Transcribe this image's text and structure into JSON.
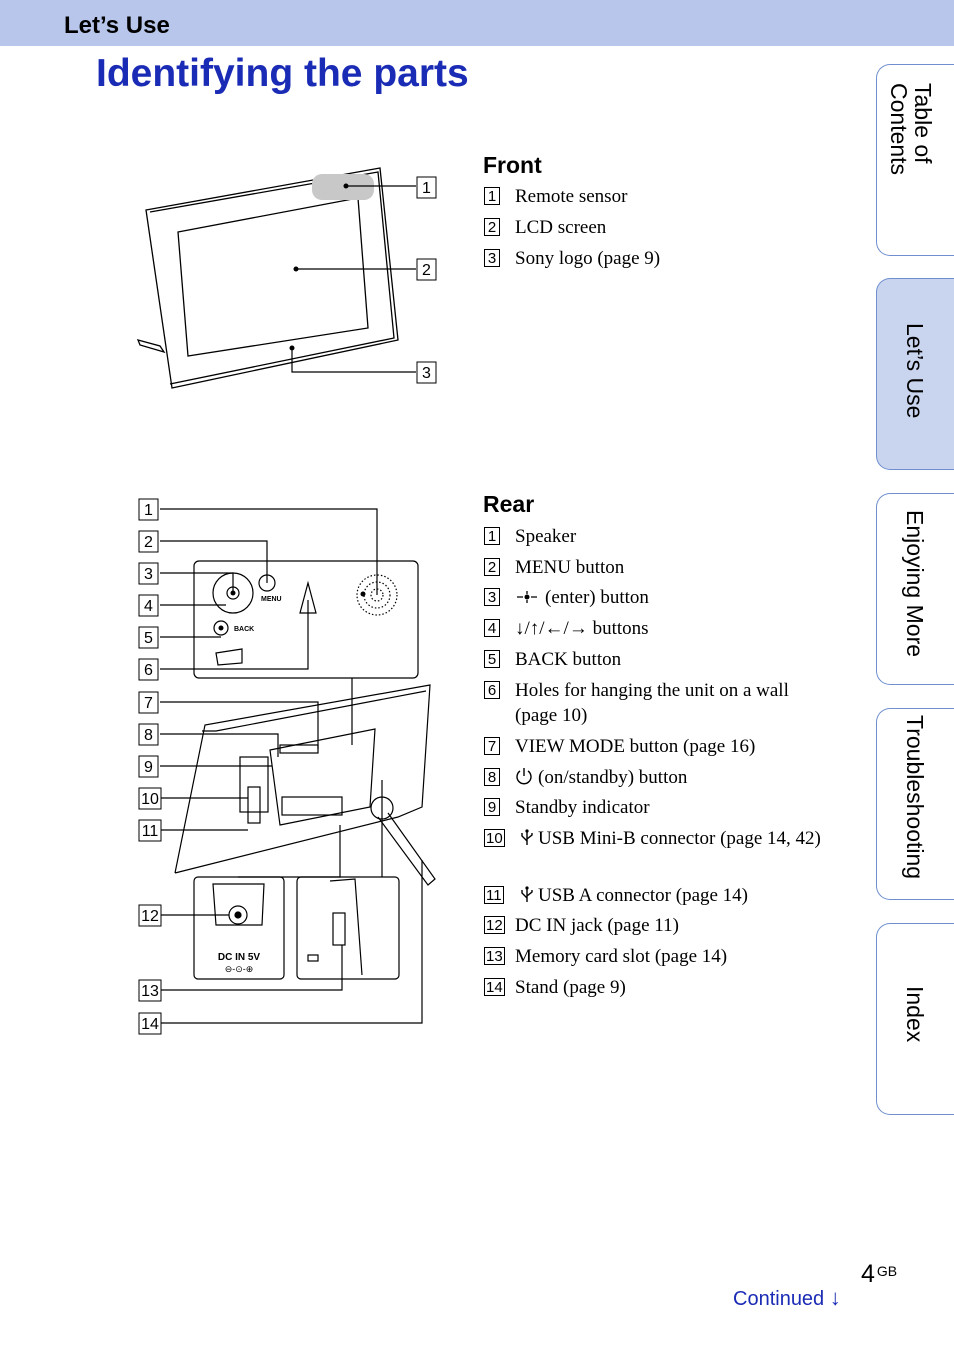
{
  "header": {
    "section": "Let’s Use"
  },
  "page_title": "Identifying the parts",
  "front": {
    "title": "Front",
    "items": [
      {
        "num": "1",
        "label": "Remote sensor"
      },
      {
        "num": "2",
        "label": "LCD screen"
      },
      {
        "num": "3",
        "label": "Sony logo (page 9)"
      }
    ]
  },
  "rear": {
    "title": "Rear",
    "items": [
      {
        "num": "1",
        "label": "Speaker"
      },
      {
        "num": "2",
        "label": "MENU button"
      },
      {
        "num": "3",
        "label": "(enter) button"
      },
      {
        "num": "4",
        "label": "↓/↑/←/→ buttons"
      },
      {
        "num": "5",
        "label": "BACK button"
      },
      {
        "num": "6",
        "label": "Holes for hanging the unit on a wall (page 10)"
      },
      {
        "num": "7",
        "label": "VIEW MODE button (page 16)"
      },
      {
        "num": "8",
        "label": "(on/standby) button"
      },
      {
        "num": "9",
        "label": "Standby indicator"
      },
      {
        "num": "10",
        "label": "USB Mini-B connector (page 14, 42)"
      },
      {
        "num": "11",
        "label": "USB A connector (page 14)"
      },
      {
        "num": "12",
        "label": "DC IN jack (page 11)"
      },
      {
        "num": "13",
        "label": "Memory card slot (page 14)"
      },
      {
        "num": "14",
        "label": "Stand (page 9)"
      }
    ]
  },
  "diagram": {
    "front_callouts": [
      "1",
      "2",
      "3"
    ],
    "rear_callouts": [
      "1",
      "2",
      "3",
      "4",
      "5",
      "6",
      "7",
      "8",
      "9",
      "10",
      "11",
      "12",
      "13",
      "14"
    ],
    "menu_label": "MENU",
    "back_label": "BACK",
    "dc_label": "DC IN 5V"
  },
  "side_tabs": [
    {
      "label": "Table of\nContents",
      "active": false
    },
    {
      "label": "Let’s Use",
      "active": true
    },
    {
      "label": "Enjoying More",
      "active": false
    },
    {
      "label": "Troubleshooting",
      "active": false
    },
    {
      "label": "Index",
      "active": false
    }
  ],
  "footer": {
    "page_number": "4",
    "page_suffix": "GB",
    "continued": "Continued",
    "continued_arrow": "↓"
  }
}
